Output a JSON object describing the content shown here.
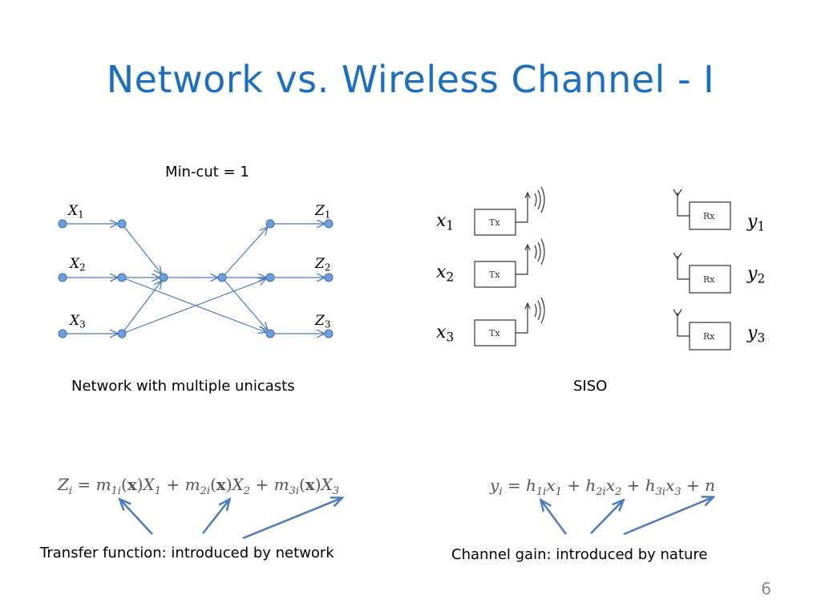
{
  "title": "Network vs. Wireless Channel - I",
  "network": {
    "mincut_label": "Min-cut = 1",
    "inputs": [
      {
        "var": "X",
        "sub": "1"
      },
      {
        "var": "X",
        "sub": "2"
      },
      {
        "var": "X",
        "sub": "3"
      }
    ],
    "outputs": [
      {
        "var": "Z",
        "sub": "1"
      },
      {
        "var": "Z",
        "sub": "2"
      },
      {
        "var": "Z",
        "sub": "3"
      }
    ],
    "caption": "Network with multiple unicasts",
    "node_color": "#6f9fd8",
    "edge_color": "#4a7bbf"
  },
  "siso": {
    "inputs": [
      {
        "var": "x",
        "sub": "1"
      },
      {
        "var": "x",
        "sub": "2"
      },
      {
        "var": "x",
        "sub": "3"
      }
    ],
    "outputs": [
      {
        "var": "y",
        "sub": "1"
      },
      {
        "var": "y",
        "sub": "2"
      },
      {
        "var": "y",
        "sub": "3"
      }
    ],
    "tx_label": "Tx",
    "rx_label": "Rx",
    "caption": "SISO"
  },
  "equations": {
    "network_eq": "Z_i = m_1i(x)X_1 + m_2i(x)X_2 + m_3i(x)X_3",
    "channel_eq": "y_i = h_1i x_1 + h_2i x_2 + h_3i x_3 + n"
  },
  "annotations": {
    "network_note": "Transfer function: introduced by network",
    "channel_note": "Channel gain: introduced by nature"
  },
  "page_number": "6",
  "colors": {
    "title": "#1b6fc0",
    "arrow": "#4a7bbf"
  }
}
